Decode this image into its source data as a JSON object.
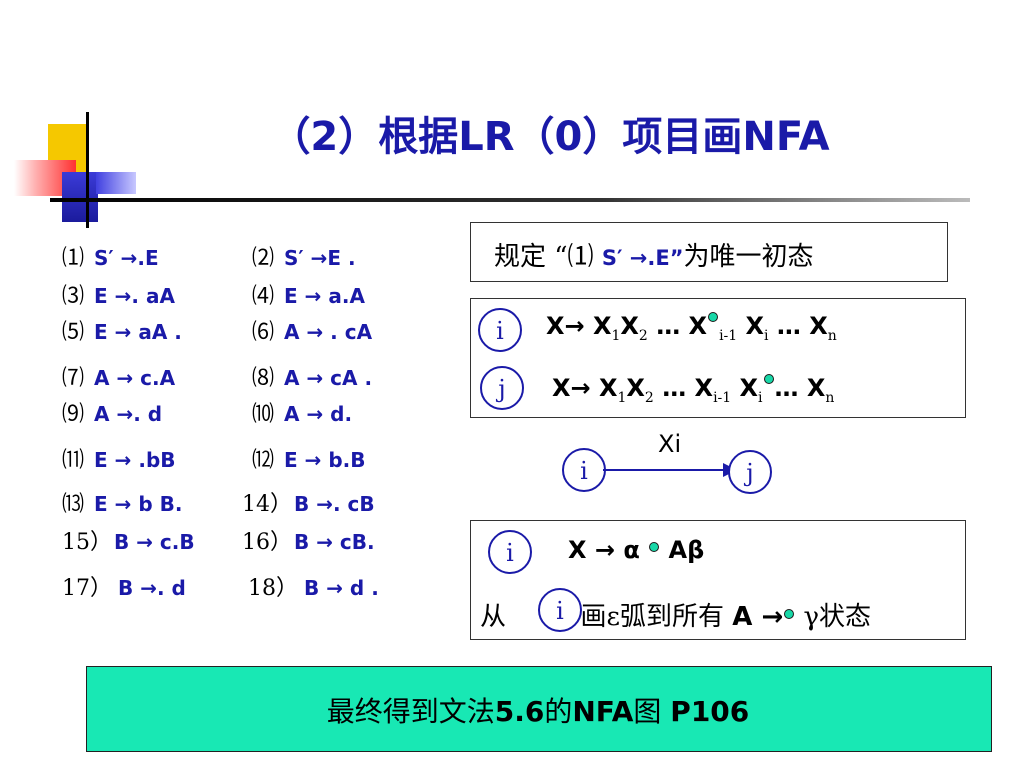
{
  "title": "（2）根据LR（0）项目画NFA",
  "items": [
    {
      "num": "⑴",
      "prod": "S′ →.E"
    },
    {
      "num": "⑵",
      "prod": "S′ →E ."
    },
    {
      "num": "⑶",
      "prod": "E →. aA"
    },
    {
      "num": "⑷",
      "prod": "E → a.A"
    },
    {
      "num": "⑸",
      "prod": "E → aA ."
    },
    {
      "num": "⑹",
      "prod": "A → . cA"
    },
    {
      "num": "⑺",
      "prod": "A → c.A"
    },
    {
      "num": "⑻",
      "prod": "A → cA ."
    },
    {
      "num": "⑼",
      "prod": "A →. d"
    },
    {
      "num": "⑽",
      "prod": "A → d."
    },
    {
      "num": "⑾",
      "prod": "E → .bB"
    },
    {
      "num": "⑿",
      "prod": "E → b.B"
    },
    {
      "num": "⒀",
      "prod": "E → b B."
    },
    {
      "num": "14）",
      "prod": "B →. cB"
    },
    {
      "num": "15）",
      "prod": "B → c.B"
    },
    {
      "num": "16）",
      "prod": "B → cB."
    },
    {
      "num": "17）",
      "prod": "B →. d"
    },
    {
      "num": "18）",
      "prod": "B → d ."
    }
  ],
  "rule_box": {
    "prefix": "规定 “⑴ ",
    "item": "S′ →.E”",
    "suffix": "为唯一初态"
  },
  "shift_box": {
    "state_i": "i",
    "state_j": "j",
    "row1": {
      "lhs": "X→ X",
      "s1": "1",
      "x2": "X",
      "s2": "2",
      "mid": " … X",
      "s3": "i-1",
      "x4": " X",
      "s4": "i",
      "tail": " … X",
      "s5": "n"
    },
    "row2": {
      "lhs": "X→ X",
      "s1": "1",
      "x2": "X",
      "s2": "2",
      "mid": " … X",
      "s3": "i-1",
      "x4": " X",
      "s4": "i",
      "tail": "… X",
      "s5": "n"
    }
  },
  "transition": {
    "from": "i",
    "to": "j",
    "label": "Xi"
  },
  "epsilon_box": {
    "state": "i",
    "line1_pre": "X → α ",
    "line1_post": "Aβ",
    "line2_pre": "从 ",
    "line2_mid": " 画ε弧到所有 ",
    "line2_bold": "A →",
    "line2_post": " γ状态"
  },
  "bottom": {
    "pre": "最终得到文法",
    "b1": "5.6",
    "mid": "的",
    "b2": "NFA",
    "post": "图  ",
    "b3": "P106"
  },
  "colors": {
    "accent": "#1a1aa8",
    "highlight": "#18e8b4",
    "dot": "#18d8a8"
  }
}
